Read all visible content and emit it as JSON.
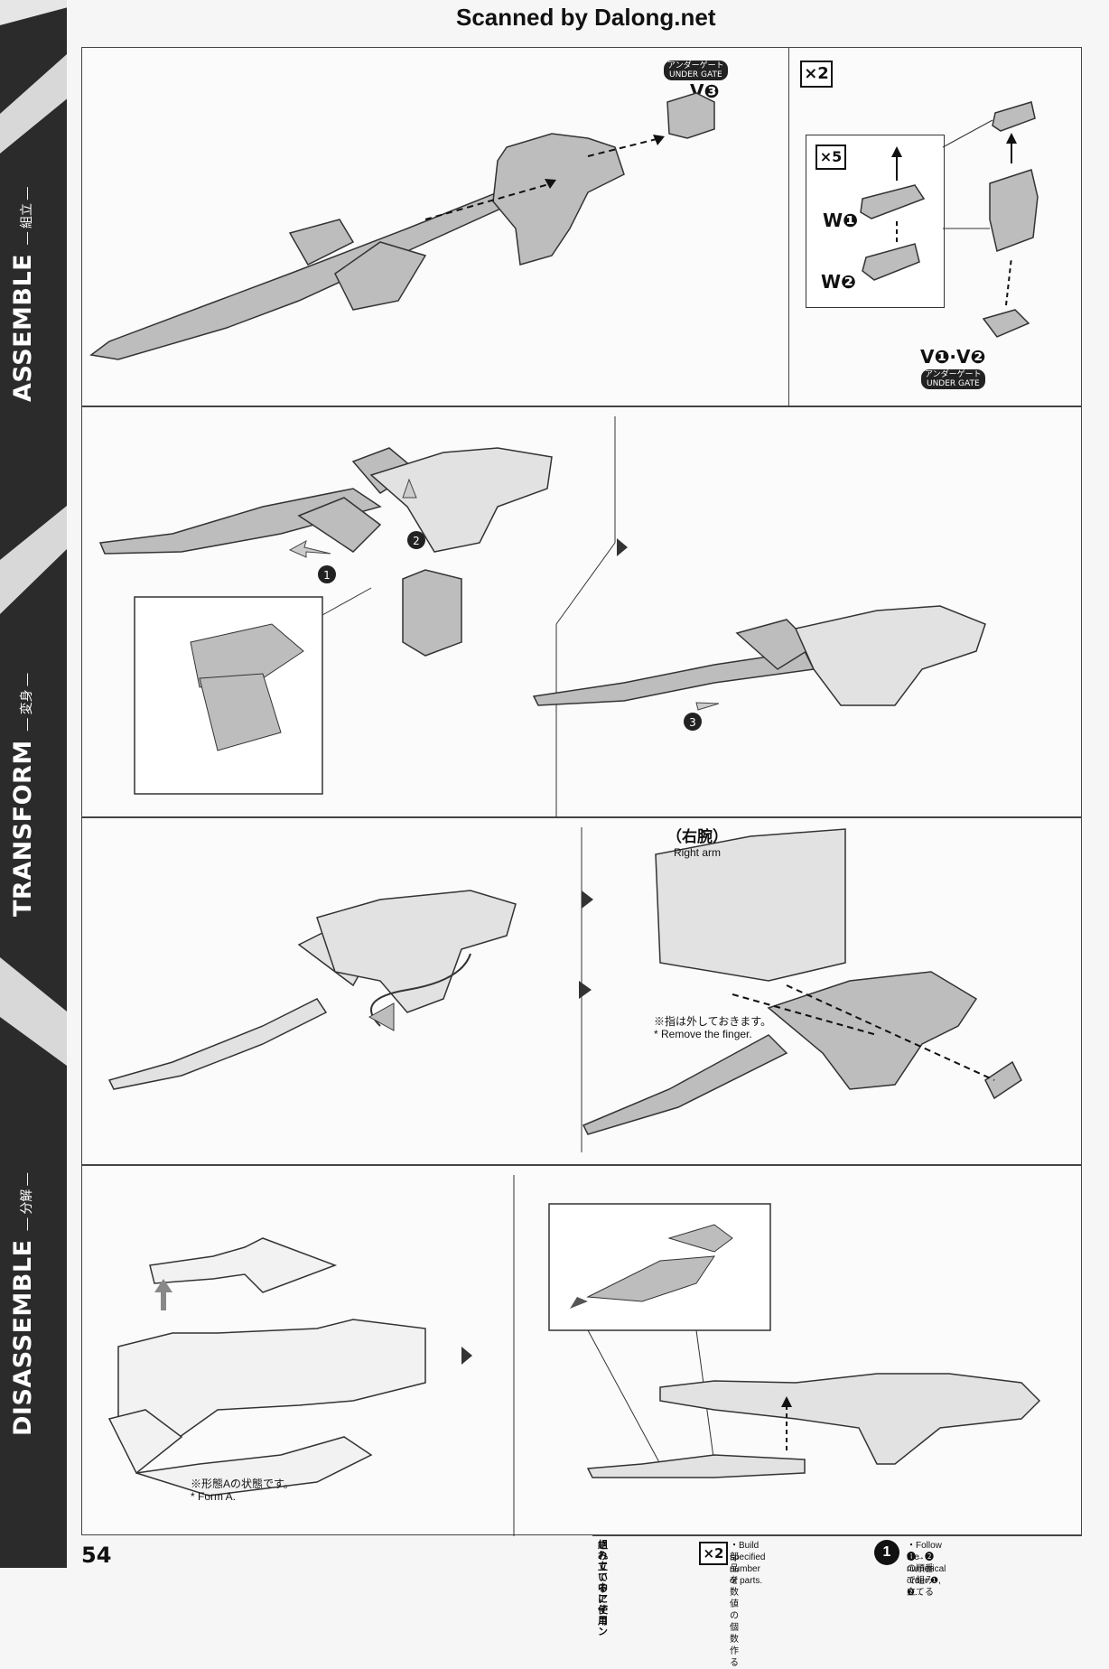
{
  "header": {
    "scan_credit": "Scanned by Dalong.net"
  },
  "sidebar": {
    "sections": [
      {
        "title": "ASSEMBLE",
        "subtitle": "— 組立 —"
      },
      {
        "title": "TRANSFORM",
        "subtitle": "— 変身 —"
      },
      {
        "title": "DISASSEMBLE",
        "subtitle": "— 分解 —"
      }
    ]
  },
  "panel1": {
    "gate_label_jp": "アンダーゲート",
    "gate_label_en": "UNDER GATE",
    "part_v3": "V❸"
  },
  "panel2": {
    "multiplier": "×2",
    "inner_multiplier": "×5",
    "part_w1": "W❶",
    "part_w2": "W❷",
    "part_v1v2": "V❶·V❷",
    "gate_label_jp": "アンダーゲート",
    "gate_label_en": "UNDER GATE"
  },
  "panel3": {
    "step1": "❶",
    "step2": "❷",
    "step3": "❸"
  },
  "panel5": {
    "arm_label_jp": "（右腕）",
    "arm_label_en": "Right arm",
    "note_jp": "※指は外しておきます。",
    "note_en": "* Remove the finger."
  },
  "panel6": {
    "note_jp": "※形態Aの状態です。",
    "note_en": "* Form A."
  },
  "footer": {
    "page_number": "54",
    "icon_legend_jp_line1": "組み立て中に使用",
    "icon_legend_jp_line2": "されているアイコン",
    "x2_badge": "×2",
    "x2_desc_jp": "・部品を数値の個数作る",
    "x2_desc_en": "・Build specified number of parts.",
    "order_badge": "1",
    "order_desc_jp": "・❶→❷ の順番で組み立てる",
    "order_desc_en": "・Follow the numerical order ❶, ❷..."
  }
}
